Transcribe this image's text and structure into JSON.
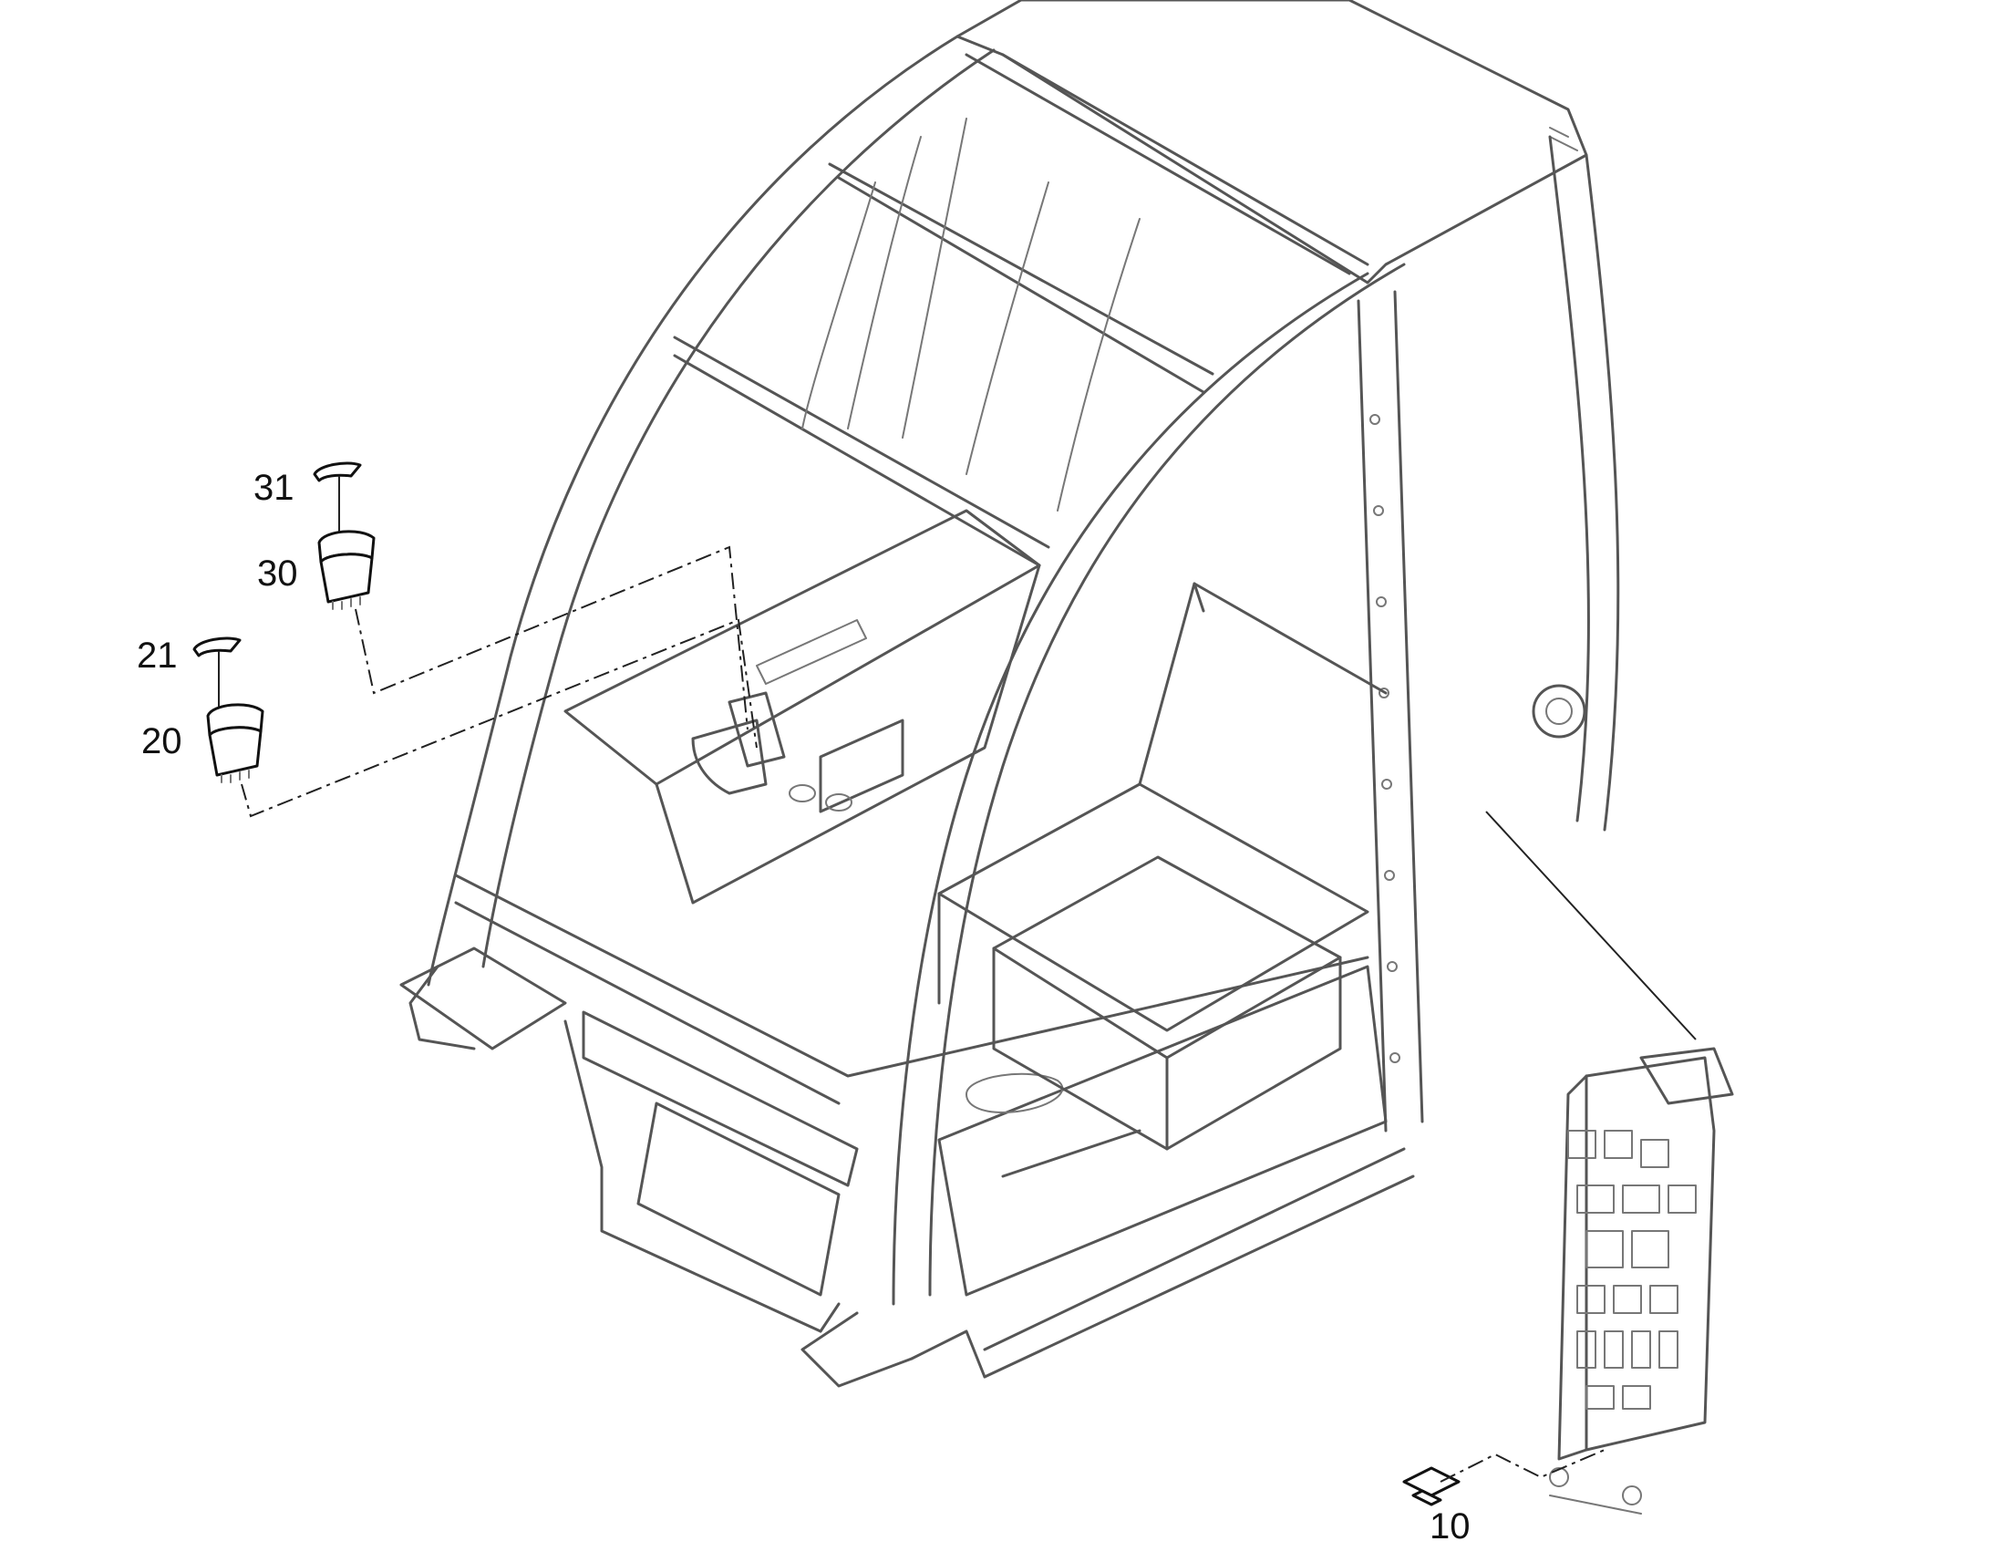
{
  "callouts": [
    {
      "id": "31",
      "text": "31"
    },
    {
      "id": "30",
      "text": "30"
    },
    {
      "id": "21",
      "text": "21"
    },
    {
      "id": "20",
      "text": "20"
    },
    {
      "id": "10",
      "text": "10"
    }
  ],
  "colors": {
    "frame_stroke": "#555555",
    "part_stroke": "#111111",
    "background": "#ffffff"
  }
}
